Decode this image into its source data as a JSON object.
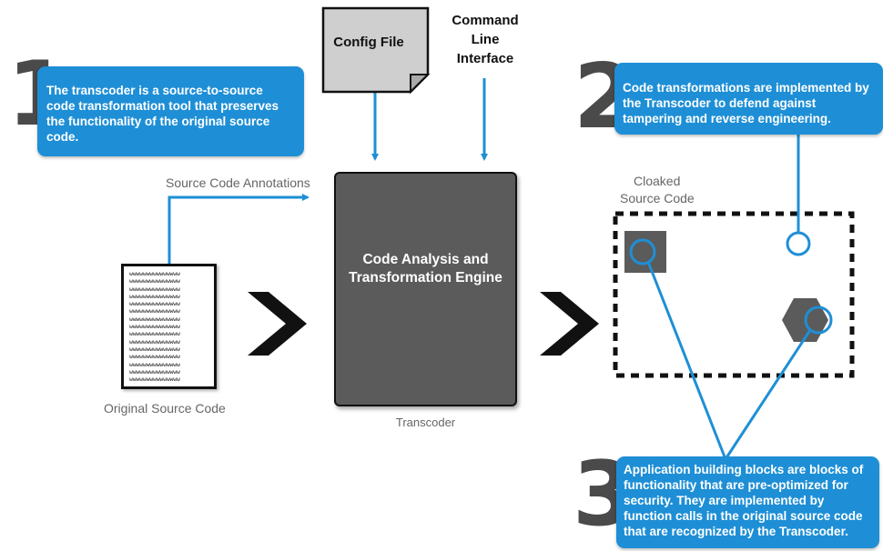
{
  "step1": {
    "number": "1",
    "text": "The transcoder is a source-to-source code transformation tool that preserves the functionality of the original source code."
  },
  "step2": {
    "number": "2",
    "text": "Code transformations are implemented by the Transcoder to defend against tampering and reverse engineering."
  },
  "step3": {
    "number": "3",
    "text": "Application building blocks are blocks of functionality that are pre-optimized for security. They are implemented by function calls in the original source code that are recognized by the Transcoder."
  },
  "config_file": {
    "label": "Config File"
  },
  "cli": {
    "label": "Command Line Interface"
  },
  "annotations": {
    "label": "Source Code Annotations"
  },
  "original_source": {
    "label": "Original Source Code",
    "line_text": "wwwwwwwwwwwwwww",
    "line_count": 15
  },
  "engine": {
    "label": "Code Analysis and Transformation Engine"
  },
  "transcoder": {
    "label": "Transcoder"
  },
  "cloaked": {
    "label_line1": "Cloaked",
    "label_line2": "Source Code"
  },
  "colors": {
    "accent_blue": "#1e8fd6",
    "engine_gray": "#5b5b5b",
    "number_gray": "#4a4a4a",
    "arrow_black": "#111111"
  }
}
